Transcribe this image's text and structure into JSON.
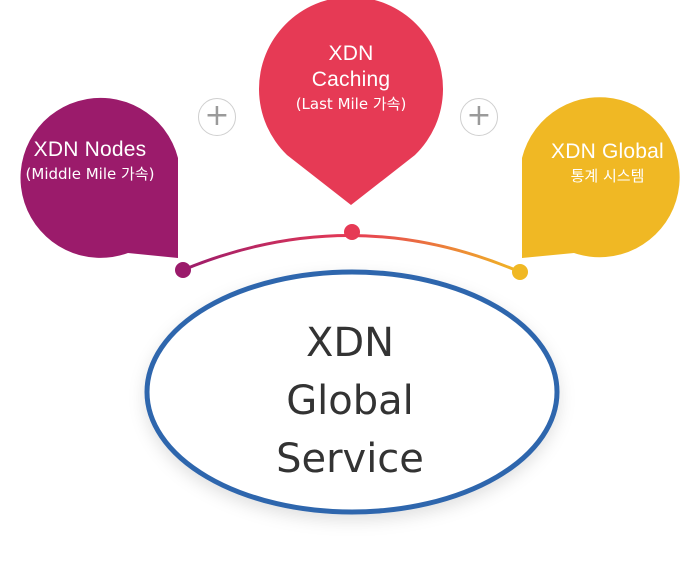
{
  "nodes": {
    "title": "XDN Nodes",
    "subtitle": "(Middle Mile 가속)",
    "color": "#9b1b6b"
  },
  "caching": {
    "title_line1": "XDN",
    "title_line2": "Caching",
    "subtitle": "(Last Mile 가속)",
    "color": "#e63a55"
  },
  "global": {
    "title": "XDN Global",
    "subtitle": "통계 시스템",
    "color": "#f0b824"
  },
  "center": {
    "line1": "XDN",
    "line2": "Global",
    "line3": "Service",
    "border_color": "#2f66ad"
  },
  "plus_symbol": "+"
}
